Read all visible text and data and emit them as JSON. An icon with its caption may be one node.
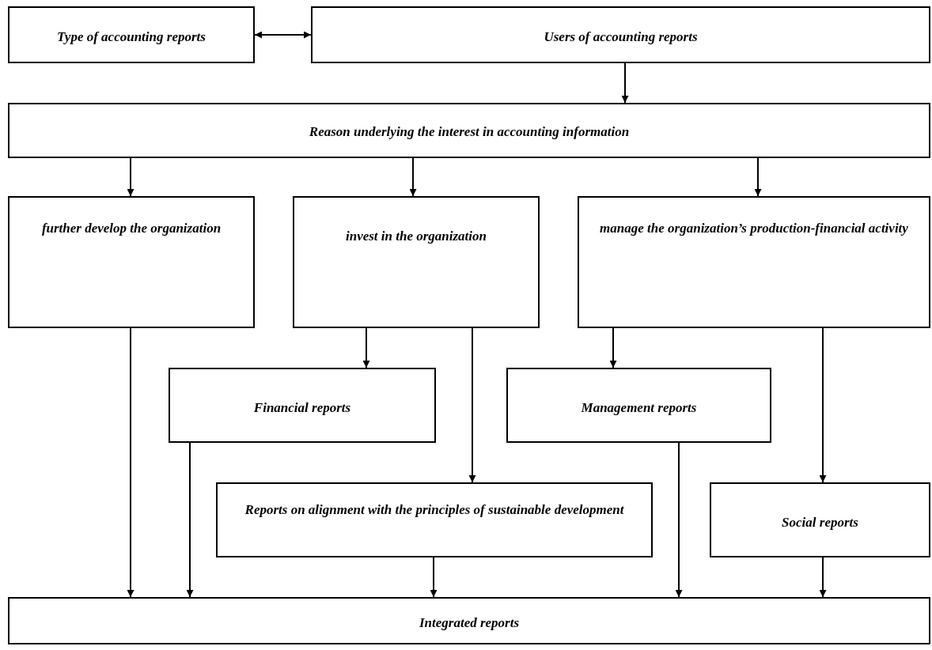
{
  "diagram": {
    "nodes": [
      {
        "text": [
          "Type of accounting reports"
        ]
      },
      {
        "text": [
          "Users of accounting reports"
        ]
      },
      {
        "text": [
          "Reason underlying the interest in accounting information"
        ]
      },
      {
        "text": [
          "further develop the organization"
        ]
      },
      {
        "text": [
          "invest in the organization"
        ]
      },
      {
        "text": [
          "manage the organization’s production-financial activity"
        ]
      },
      {
        "text": [
          "Financial reports"
        ]
      },
      {
        "text": [
          "Management reports"
        ]
      },
      {
        "text": [
          "Reports on alignment with the principles of sustainable development"
        ]
      },
      {
        "text": [
          "Social reports"
        ]
      },
      {
        "text": [
          "Integrated reports"
        ]
      }
    ],
    "edges": [
      {
        "from": 0,
        "to": 1,
        "arrow": "both"
      },
      {
        "from": 1,
        "to": 2,
        "arrow": "to"
      },
      {
        "from": 2,
        "to": 3,
        "arrow": "to"
      },
      {
        "from": 2,
        "to": 4,
        "arrow": "to"
      },
      {
        "from": 2,
        "to": 5,
        "arrow": "to"
      },
      {
        "from": 3,
        "to": 10,
        "arrow": "to"
      },
      {
        "from": 4,
        "to": 6,
        "arrow": "to"
      },
      {
        "from": 4,
        "to": 8,
        "arrow": "to"
      },
      {
        "from": 6,
        "to": 10,
        "arrow": "to"
      },
      {
        "from": 5,
        "to": 7,
        "arrow": "to"
      },
      {
        "from": 5,
        "to": 9,
        "arrow": "to"
      },
      {
        "from": 8,
        "to": 10,
        "arrow": "to"
      },
      {
        "from": 7,
        "to": 10,
        "arrow": "to"
      },
      {
        "from": 9,
        "to": 10,
        "arrow": "to"
      }
    ]
  }
}
